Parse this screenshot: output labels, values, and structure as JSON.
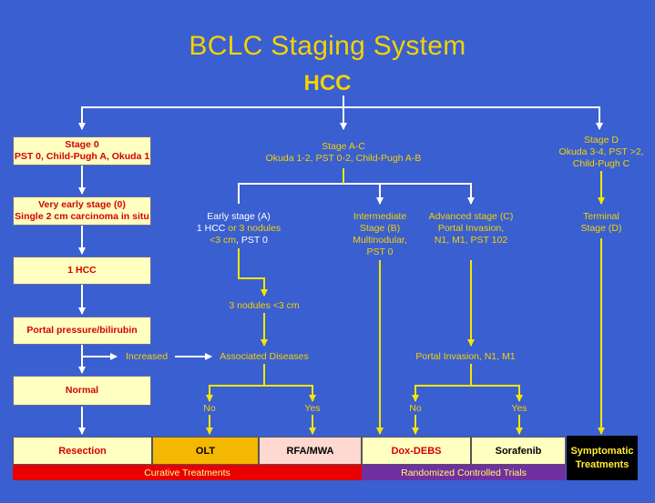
{
  "title": "BCLC Staging System",
  "subtitle": "HCC",
  "left_column": {
    "stage0": [
      "Stage 0",
      "PST 0, Child-Pugh A, Okuda 1"
    ],
    "very_early": [
      "Very early stage (0)",
      "Single 2 cm carcinoma in situ"
    ],
    "one_hcc": "1 HCC",
    "portal": "Portal pressure/bilirubin",
    "normal": "Normal"
  },
  "stage_ac": [
    "Stage A-C",
    "Okuda 1-2, PST 0-2, Child-Pugh A-B"
  ],
  "stage_d": [
    "Stage D",
    "Okuda 3-4, PST >2,",
    "Child-Pugh C"
  ],
  "early": {
    "line1": "Early stage (A)",
    "line2_a": "1 HCC",
    "line2_b": " or 3 nodules",
    "line3_a": "<3 cm",
    "line3_b": ", PST 0"
  },
  "intermediate": [
    "Intermediate",
    "Stage (B)",
    "Multinodular,",
    "PST 0"
  ],
  "advanced": [
    "Advanced stage (C)",
    "Portal Invasion,",
    "N1, M1, PST 102"
  ],
  "terminal": [
    "Terminal",
    "Stage (D)"
  ],
  "nodules": "3 nodules <3 cm",
  "increased": "Increased",
  "associated": "Associated Diseases",
  "portal_invasion": "Portal Invasion, N1, M1",
  "no_yes": [
    "No",
    "Yes",
    "No",
    "Yes"
  ],
  "treatments": [
    "Resection",
    "OLT",
    "RFA/MWA",
    "Dox-DEBS",
    "Sorafenib"
  ],
  "symptomatic": [
    "Symptomatic",
    "Treatments"
  ],
  "curative": "Curative Treatments",
  "rct": "Randomized Controlled Trials",
  "colors": {
    "background": "#3a5fd0",
    "title": "#f5d200",
    "box": "#ffffc0",
    "box_text": "#d60000",
    "olt": "#f5b800",
    "rfa": "#ffd8d0",
    "curative_bar": "#e80000",
    "rct_bar": "#7030a0",
    "symptomatic": "#000000"
  }
}
